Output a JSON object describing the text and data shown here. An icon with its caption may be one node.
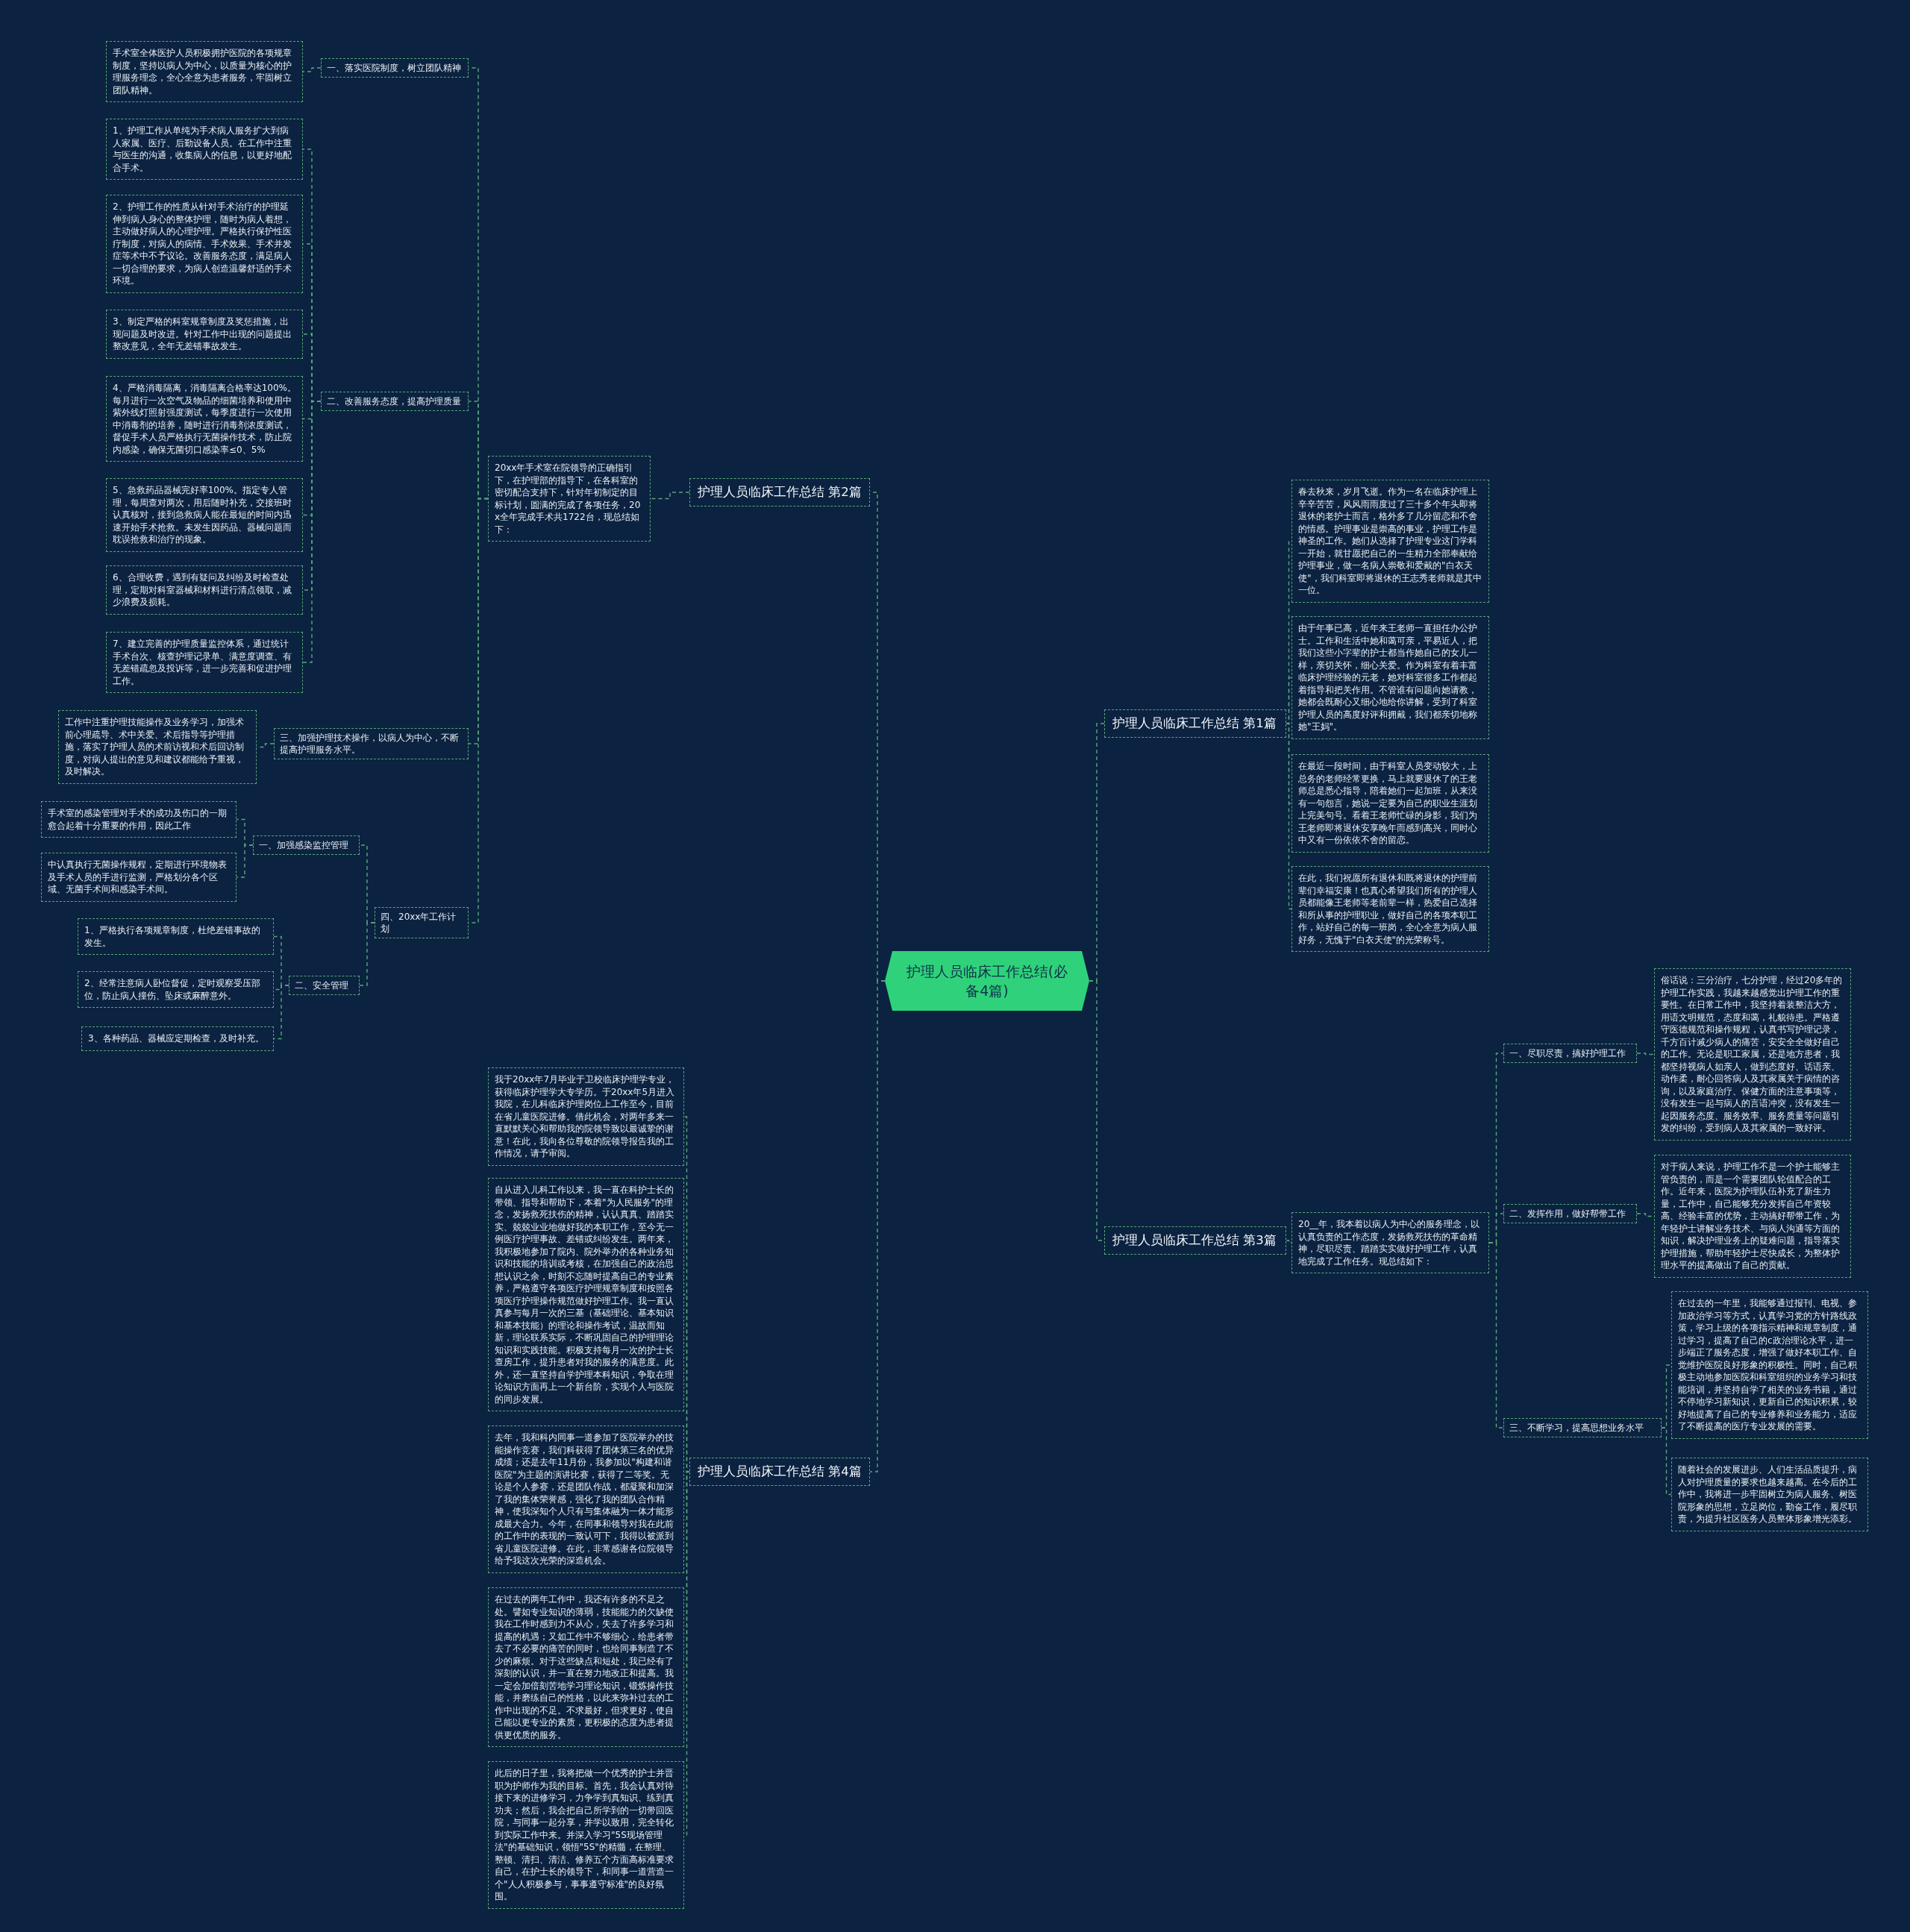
{
  "diagram": {
    "nodes": [
      {
        "text": [
          "护理人员临床工作总结(必备4篇)"
        ]
      },
      {
        "text": [
          "护理人员临床工作总结 第2篇"
        ]
      },
      {
        "text": [
          "20xx年手术室在院领导的正确指引下，在护理部的指导下，在各科室的密切配合支持下，针对年初制定的目标计划，圆满的完成了各项任务，20x全年完成手术共1722台，现总结如下："
        ]
      },
      {
        "text": [
          "一、落实医院制度，树立团队精神"
        ]
      },
      {
        "text": [
          "手术室全体医护人员积极拥护医院的各项规章制度，坚持以病人为中心，以质量为核心的护理服务理念，全心全意为患者服务，牢固树立团队精神。"
        ]
      },
      {
        "text": [
          "二、改善服务态度，提高护理质量"
        ]
      },
      {
        "text": [
          "1、护理工作从单纯为手术病人服务扩大到病人家属、医疗、后勤设备人员。在工作中注重与医生的沟通，收集病人的信息，以更好地配合手术。"
        ]
      },
      {
        "text": [
          "2、护理工作的性质从针对手术治疗的护理延伸到病人身心的整体护理，随时为病人着想，主动做好病人的心理护理。严格执行保护性医疗制度，对病人的病情、手术效果、手术并发症等术中不予议论。改善服务态度，满足病人一切合理的要求，为病人创造温馨舒适的手术环境。"
        ]
      },
      {
        "text": [
          "3、制定严格的科室规章制度及奖惩措施，出现问题及时改进。针对工作中出现的问题提出整改意见，全年无差错事故发生。"
        ]
      },
      {
        "text": [
          "4、严格消毒隔离，消毒隔离合格率达100%。每月进行一次空气及物品的细菌培养和使用中紫外线灯照射强度测试，每季度进行一次使用中消毒剂的培养，随时进行消毒剂浓度测试，督促手术人员严格执行无菌操作技术，防止院内感染，确保无菌切口感染率≤0、5%"
        ]
      },
      {
        "text": [
          "5、急救药品器械完好率100%。指定专人管理，每周查对两次，用后随时补充，交接班时认真核对，接到急救病人能在最短的时间内迅速开始手术抢救。未发生因药品、器械问题而耽误抢救和治疗的现象。"
        ]
      },
      {
        "text": [
          "6、合理收费，遇到有疑问及纠纷及时检查处理，定期对科室器械和材料进行清点领取，减少浪费及损耗。"
        ]
      },
      {
        "text": [
          "7、建立完善的护理质量监控体系，通过统计手术台次、核查护理记录单、满意度调查、有无差错疏忽及投诉等，进一步完善和促进护理工作。"
        ]
      },
      {
        "text": [
          "三、加强护理技术操作，以病人为中心，不断提高护理服务水平。"
        ]
      },
      {
        "text": [
          "工作中注重护理技能操作及业务学习，加强术前心理疏导、术中关爱、术后指导等护理措施，落实了护理人员的术前访视和术后回访制度，对病人提出的意见和建议都能给予重视，及时解决。"
        ]
      },
      {
        "text": [
          "四、20xx年工作计划"
        ]
      },
      {
        "text": [
          "一、加强感染监控管理"
        ]
      },
      {
        "text": [
          "手术室的感染管理对手术的成功及伤口的一期愈合起着十分重要的作用，因此工作"
        ]
      },
      {
        "text": [
          "中认真执行无菌操作规程，定期进行环境物表及手术人员的手进行监测，严格划分各个区域、无菌手术间和感染手术间。"
        ]
      },
      {
        "text": [
          "二、安全管理"
        ]
      },
      {
        "text": [
          "1、严格执行各项规章制度，杜绝差错事故的发生。"
        ]
      },
      {
        "text": [
          "2、经常注意病人卧位督促，定时观察受压部位，防止病人撞伤、坠床或麻醉意外。"
        ]
      },
      {
        "text": [
          "3、各种药品、器械应定期检查，及时补充。"
        ]
      },
      {
        "text": [
          "护理人员临床工作总结 第1篇"
        ]
      },
      {
        "text": [
          "春去秋来，岁月飞逝。作为一名在临床护理上辛辛苦苦，风风雨雨度过了三十多个年头即将退休的老护士而言，格外多了几分留恋和不舍的情感。护理事业是崇高的事业，护理工作是神圣的工作。她们从选择了护理专业这门学科一开始，就甘愿把自己的一生精力全部奉献给护理事业，做一名病人崇敬和爱戴的\"白衣天使\"，我们科室即将退休的王志秀老师就是其中一位。"
        ]
      },
      {
        "text": [
          "由于年事已高，近年来王老师一直担任办公护士。工作和生活中她和蔼可亲，平易近人，把我们这些小字辈的护士都当作她自己的女儿一样，亲切关怀，细心关爱。作为科室有着丰富临床护理经验的元老，她对科室很多工作都起着指导和把关作用。不管谁有问题向她请教，她都会既耐心又细心地给你讲解，受到了科室护理人员的高度好评和拥戴，我们都亲切地称她\"王妈\"。"
        ]
      },
      {
        "text": [
          "在最近一段时间，由于科室人员变动较大，上总务的老师经常更换，马上就要退休了的王老师总是悉心指导，陪着她们一起加班，从来没有一句怨言，她说一定要为自己的职业生涯划上完美句号。看着王老师忙碌的身影，我们为王老师即将退休安享晚年而感到高兴，同时心中又有一份依依不舍的留恋。"
        ]
      },
      {
        "text": [
          "在此，我们祝愿所有退休和既将退休的护理前辈们幸福安康！也真心希望我们所有的护理人员都能像王老师等老前辈一样，热爱自己选择和所从事的护理职业，做好自己的各项本职工作，站好自己的每一班岗，全心全意为病人服好务，无愧于\"白衣天使\"的光荣称号。"
        ]
      },
      {
        "text": [
          "护理人员临床工作总结 第3篇"
        ]
      },
      {
        "text": [
          "20__年，我本着以病人为中心的服务理念，以认真负责的工作态度，发扬救死扶伤的革命精神，尽职尽责、踏踏实实做好护理工作，认真地完成了工作任务。现总结如下："
        ]
      },
      {
        "text": [
          "一、尽职尽责，搞好护理工作"
        ]
      },
      {
        "text": [
          "俗话说：三分治疗，七分护理，经过20多年的护理工作实践，我越来越感觉出护理工作的重要性。在日常工作中，我坚持着装整洁大方，用语文明规范，态度和蔼，礼貌待患。严格遵守医德规范和操作规程，认真书写护理记录，千方百计减少病人的痛苦，安安全全做好自己的工作。无论是职工家属，还是地方患者，我都坚持视病人如亲人，做到态度好、话语亲、动作柔，耐心回答病人及其家属关于病情的咨询，以及家庭治疗、保健方面的注意事项等，没有发生一起与病人的言语冲突，没有发生一起因服务态度、服务效率、服务质量等问题引发的纠纷，受到病人及其家属的一致好评。"
        ]
      },
      {
        "text": [
          "二、发挥作用，做好帮带工作"
        ]
      },
      {
        "text": [
          "对于病人来说，护理工作不是一个护士能够主管负责的，而是一个需要团队轮值配合的工作。近年来，医院为护理队伍补充了新生力量，工作中，自己能够充分发挥自己年资较高、经验丰富的优势，主动搞好帮带工作，为年轻护士讲解业务技术、与病人沟通等方面的知识，解决护理业务上的疑难问题，指导落实护理措施，帮助年轻护士尽快成长，为整体护理水平的提高做出了自己的贡献。"
        ]
      },
      {
        "text": [
          "三、不断学习，提高思想业务水平"
        ]
      },
      {
        "text": [
          "在过去的一年里，我能够通过报刊、电视、参加政治学习等方式，认真学习党的方针路线政策，学习上级的各项指示精神和规章制度，通过学习，提高了自己的c政治理论水平，进一步端正了服务态度，增强了做好本职工作、自觉维护医院良好形象的积极性。同时，自己积极主动地参加医院和科室组织的业务学习和技能培训，并坚持自学了相关的业务书籍，通过不停地学习新知识，更新自己的知识积累，较好地提高了自己的专业修养和业务能力，适应了不断提高的医疗专业发展的需要。"
        ]
      },
      {
        "text": [
          "随着社会的发展进步、人们生活品质提升，病人对护理质量的要求也越来越高。在今后的工作中，我将进一步牢固树立为病人服务、树医院形象的思想，立足岗位，勤奋工作，履尽职责，为提升社区医务人员整体形象增光添彩。"
        ]
      },
      {
        "text": [
          "护理人员临床工作总结 第4篇"
        ]
      },
      {
        "text": [
          "我于20xx年7月毕业于卫校临床护理学专业，获得临床护理学大专学历。于20xx年5月进入我院，在儿科临床护理岗位上工作至今，目前在省儿童医院进修。借此机会，对两年多来一直默默关心和帮助我的院领导致以最诚挚的谢意！在此，我向各位尊敬的院领导报告我的工作情况，请予审阅。"
        ]
      },
      {
        "text": [
          "自从进入儿科工作以来，我一直在科护士长的带领、指导和帮助下，本着\"为人民服务\"的理念，发扬救死扶伤的精神，认认真真、踏踏实实、兢兢业业地做好我的本职工作，至今无一例医疗护理事故、差错或纠纷发生。两年来，我积极地参加了院内、院外举办的各种业务知识和技能的培训或考核，在加强自己的政治思想认识之余，时刻不忘随时提高自己的专业素养，严格遵守各项医疗护理规章制度和按照各项医疗护理操作规范做好护理工作。我一直认真参与每月一次的三基（基础理论、基本知识和基本技能）的理论和操作考试，温故而知新，理论联系实际，不断巩固自己的护理理论知识和实践技能。积极支持每月一次的护士长查房工作，提升患者对我的服务的满意度。此外，还一直坚持自学护理本科知识，争取在理论知识方面再上一个新台阶，实现个人与医院的同步发展。"
        ]
      },
      {
        "text": [
          "去年，我和科内同事一道参加了医院举办的技能操作竞赛，我们科获得了团体第三名的优异成绩；还是去年11月份，我参加以\"构建和谐医院\"为主题的演讲比赛，获得了二等奖。无论是个人参赛，还是团队作战，都凝聚和加深了我的集体荣誉感，强化了我的团队合作精神，使我深知个人只有与集体融为一体才能形成最大合力。今年，在同事和领导对我在此前的工作中的表现的一致认可下，我得以被派到省儿童医院进修。在此，非常感谢各位院领导给予我这次光荣的深造机会。"
        ]
      },
      {
        "text": [
          "在过去的两年工作中，我还有许多的不足之处。譬如专业知识的薄弱，技能能力的欠缺使我在工作时感到力不从心，失去了许多学习和提高的机遇；又如工作中不够细心，给患者带去了不必要的痛苦的同时，也给同事制造了不少的麻烦。对于这些缺点和短处，我已经有了深刻的认识，并一直在努力地改正和提高。我一定会加倍刻苦地学习理论知识，锻炼操作技能，并磨练自己的性格，以此来弥补过去的工作中出现的不足。不求最好，但求更好，使自己能以更专业的素质，更积极的态度为患者提供更优质的服务。"
        ]
      },
      {
        "text": [
          "此后的日子里，我将把做一个优秀的护士并晋职为护师作为我的目标。首先，我会认真对待接下来的进修学习，力争学到真知识、练到真功夫；然后，我会把自己所学到的一切带回医院，与同事一起分享，并学以致用，完全转化到实际工作中来。并深入学习\"5S现场管理法\"的基础知识，领悟\"5S\"的精髓，在整理、整顿、清扫、清洁、修养五个方面高标准要求自己，在护士长的领导下，和同事一道营造一个\"人人积极参与，事事遵守标准\"的良好氛围。"
        ]
      }
    ],
    "edges": [
      {
        "from": 0,
        "to": 1,
        "arrow": "none"
      },
      {
        "from": 1,
        "to": 2,
        "arrow": "none"
      },
      {
        "from": 2,
        "to": 3,
        "arrow": "none"
      },
      {
        "from": 3,
        "to": 4,
        "arrow": "none"
      },
      {
        "from": 2,
        "to": 5,
        "arrow": "none"
      },
      {
        "from": 5,
        "to": 6,
        "arrow": "none"
      },
      {
        "from": 5,
        "to": 7,
        "arrow": "none"
      },
      {
        "from": 5,
        "to": 8,
        "arrow": "none"
      },
      {
        "from": 5,
        "to": 9,
        "arrow": "none"
      },
      {
        "from": 5,
        "to": 10,
        "arrow": "none"
      },
      {
        "from": 5,
        "to": 11,
        "arrow": "none"
      },
      {
        "from": 5,
        "to": 12,
        "arrow": "none"
      },
      {
        "from": 2,
        "to": 13,
        "arrow": "none"
      },
      {
        "from": 13,
        "to": 14,
        "arrow": "none"
      },
      {
        "from": 2,
        "to": 15,
        "arrow": "none"
      },
      {
        "from": 15,
        "to": 16,
        "arrow": "none"
      },
      {
        "from": 16,
        "to": 17,
        "arrow": "none"
      },
      {
        "from": 16,
        "to": 18,
        "arrow": "none"
      },
      {
        "from": 15,
        "to": 19,
        "arrow": "none"
      },
      {
        "from": 19,
        "to": 20,
        "arrow": "none"
      },
      {
        "from": 19,
        "to": 21,
        "arrow": "none"
      },
      {
        "from": 19,
        "to": 22,
        "arrow": "none"
      },
      {
        "from": 0,
        "to": 23,
        "arrow": "none"
      },
      {
        "from": 23,
        "to": 24,
        "arrow": "none"
      },
      {
        "from": 23,
        "to": 25,
        "arrow": "none"
      },
      {
        "from": 23,
        "to": 26,
        "arrow": "none"
      },
      {
        "from": 23,
        "to": 27,
        "arrow": "none"
      },
      {
        "from": 0,
        "to": 28,
        "arrow": "none"
      },
      {
        "from": 28,
        "to": 29,
        "arrow": "none"
      },
      {
        "from": 29,
        "to": 30,
        "arrow": "none"
      },
      {
        "from": 30,
        "to": 31,
        "arrow": "none"
      },
      {
        "from": 29,
        "to": 32,
        "arrow": "none"
      },
      {
        "from": 32,
        "to": 33,
        "arrow": "none"
      },
      {
        "from": 29,
        "to": 34,
        "arrow": "none"
      },
      {
        "from": 34,
        "to": 35,
        "arrow": "none"
      },
      {
        "from": 34,
        "to": 36,
        "arrow": "none"
      },
      {
        "from": 0,
        "to": 37,
        "arrow": "none"
      },
      {
        "from": 37,
        "to": 38,
        "arrow": "none"
      },
      {
        "from": 37,
        "to": 39,
        "arrow": "none"
      },
      {
        "from": 37,
        "to": 40,
        "arrow": "none"
      },
      {
        "from": 37,
        "to": 41,
        "arrow": "none"
      },
      {
        "from": 37,
        "to": 42,
        "arrow": "none"
      }
    ]
  }
}
